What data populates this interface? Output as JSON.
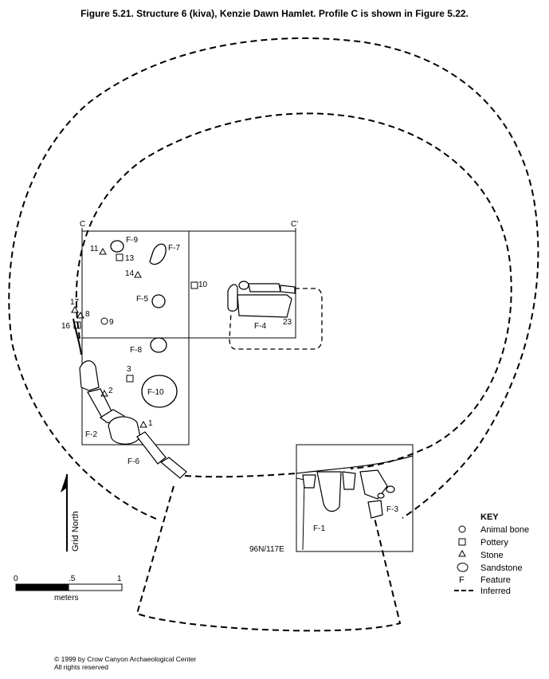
{
  "figure": {
    "title": "Figure 5.21.  Structure 6 (kiva), Kenzie Dawn Hamlet. Profile C is shown in Figure 5.22."
  },
  "profile": {
    "left": "C",
    "right": "C'"
  },
  "features": [
    "F-9",
    "F-7",
    "F-5",
    "F-4",
    "F-8",
    "F-10",
    "F-2",
    "F-6",
    "F-1",
    "F-3"
  ],
  "artifacts": [
    "11",
    "13",
    "14",
    "10",
    "17",
    "8",
    "16",
    "9",
    "23",
    "3",
    "2",
    "1"
  ],
  "datum_label": "96N/117E",
  "north_arrow": {
    "label": "Grid North"
  },
  "scale_bar": {
    "tick_labels": [
      "0",
      ".5",
      "1"
    ],
    "unit": "meters"
  },
  "key": {
    "title": "KEY",
    "items": [
      {
        "label": "Animal bone",
        "symbol": "circle"
      },
      {
        "label": "Pottery",
        "symbol": "square"
      },
      {
        "label": "Stone",
        "symbol": "triangle"
      },
      {
        "label": "Sandstone",
        "symbol": "rounded-blob"
      },
      {
        "label": "Feature",
        "symbol": "letter-F",
        "glyph": "F"
      },
      {
        "label": "Inferred",
        "symbol": "dashed-line"
      }
    ]
  },
  "copyright": {
    "line1": "© 1999 by Crow Canyon Archaeological Center",
    "line2": "All rights reserved"
  }
}
